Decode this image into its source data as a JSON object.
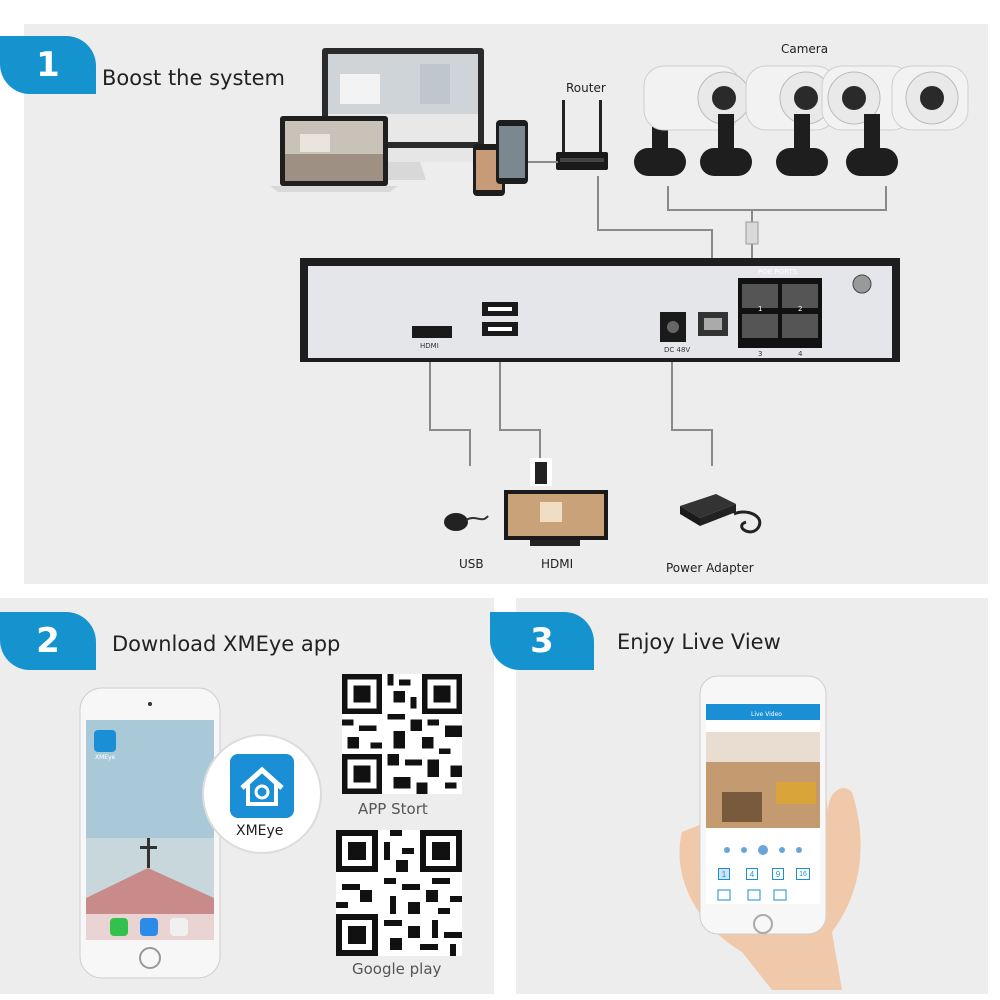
{
  "step1": {
    "number": "1",
    "title": "Boost the system",
    "labels": {
      "router": "Router",
      "camera": "Camera",
      "usb": "USB",
      "hdmi": "HDMI",
      "power_adapter": "Power Adapter"
    },
    "nvr_port_labels": {
      "hdmi": "HDMI",
      "dc": "DC 48V",
      "poe_ports": "POE PORTS",
      "port_1": "1",
      "port_2": "2",
      "port_3": "3",
      "port_4": "4"
    }
  },
  "step2": {
    "number": "2",
    "title": "Download XMEye app",
    "app_name": "XMEye",
    "home_app_label": "XMEye",
    "qr_labels": {
      "app_store": "APP  Stort",
      "google_play": "Google play"
    }
  },
  "step3": {
    "number": "3",
    "title": "Enjoy Live View",
    "screen_title": "Live Video",
    "split_buttons": [
      "1",
      "4",
      "9",
      "16"
    ]
  },
  "colors": {
    "accent": "#1493cf",
    "panel_bg": "#ededed",
    "cable": "#8a8a8a"
  }
}
